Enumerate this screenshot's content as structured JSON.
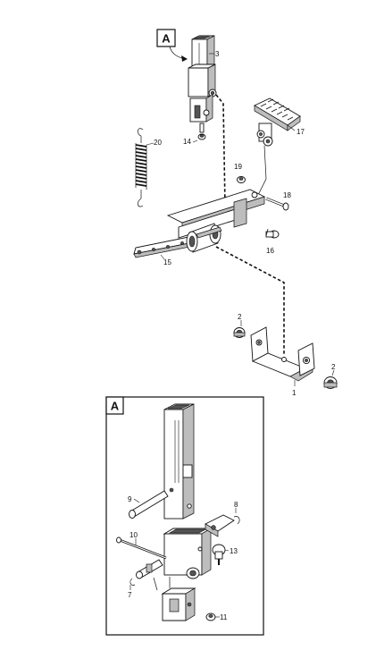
{
  "detail_badges": {
    "main_label": "A",
    "inset_label": "A"
  },
  "callouts": {
    "c1": "1",
    "c2_left": "2",
    "c2_right": "2",
    "c3": "3",
    "c7": "7",
    "c8": "8",
    "c9": "9",
    "c10": "10",
    "c11": "11",
    "c13": "13",
    "c14": "14",
    "c15": "15",
    "c16": "16",
    "c17": "17",
    "c18": "18",
    "c19": "19",
    "c20": "20"
  }
}
